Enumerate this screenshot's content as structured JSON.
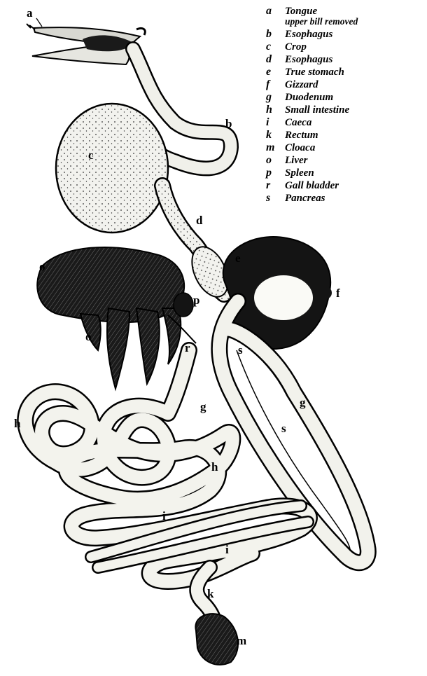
{
  "legend": [
    {
      "letter": "a",
      "text": "Tongue",
      "subtext": "upper bill removed"
    },
    {
      "letter": "b",
      "text": "Esophagus"
    },
    {
      "letter": "c",
      "text": "Crop"
    },
    {
      "letter": "d",
      "text": "Esophagus"
    },
    {
      "letter": "e",
      "text": "True stomach"
    },
    {
      "letter": "f",
      "text": "Gizzard"
    },
    {
      "letter": "g",
      "text": "Duodenum"
    },
    {
      "letter": "h",
      "text": "Small intestine"
    },
    {
      "letter": "i",
      "text": "Caeca"
    },
    {
      "letter": "k",
      "text": "Rectum"
    },
    {
      "letter": "m",
      "text": "Cloaca"
    },
    {
      "letter": "o",
      "text": "Liver"
    },
    {
      "letter": "p",
      "text": "Spleen"
    },
    {
      "letter": "r",
      "text": "Gall bladder"
    },
    {
      "letter": "s",
      "text": "Pancreas"
    }
  ],
  "labels": {
    "a": "a",
    "b": "b",
    "c": "c",
    "d": "d",
    "e": "e",
    "f": "f",
    "g1": "g",
    "g2": "g",
    "h1": "h",
    "h2": "h",
    "i1": "i",
    "i2": "i",
    "k": "k",
    "m": "m",
    "o1": "o",
    "o2": "o",
    "p": "p",
    "r": "r",
    "s1": "s",
    "s2": "s"
  }
}
